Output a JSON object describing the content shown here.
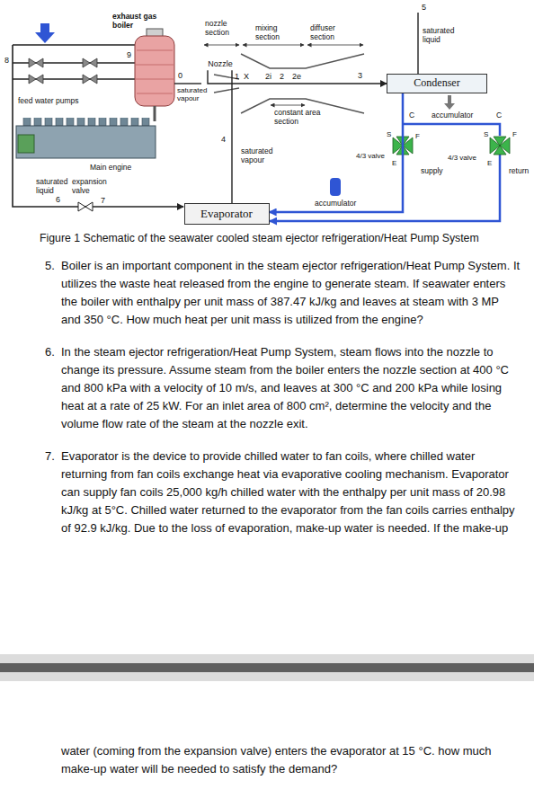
{
  "diagram": {
    "caption": "Figure 1 Schematic of the seawater cooled steam ejector refrigeration/Heat Pump System",
    "nodes": [
      {
        "text": [
          "Nozzle"
        ]
      },
      {
        "text": [
          "Condenser"
        ]
      },
      {
        "text": [
          "Evaporator"
        ]
      }
    ],
    "edges": [
      {
        "from": 0,
        "to": 1,
        "arrow": "to"
      },
      {
        "from": 2,
        "to": 0,
        "arrow": "none"
      },
      {
        "from": 1,
        "to": 2,
        "arrow": "to"
      }
    ],
    "labels": [
      "exhaust gas boiler",
      "nozzle section",
      "mixing section",
      "diffuser section",
      "5",
      "saturated liquid",
      "8",
      "9",
      "0",
      "saturated vapour",
      "1",
      "X",
      "2i",
      "2",
      "2e",
      "3",
      "feed water pumps",
      "constant area section",
      "accumulator",
      "C",
      "C",
      "4",
      "saturated vapour",
      "S",
      "F",
      "S",
      "F",
      "4/3 valve",
      "4/3 valve",
      "E",
      "supply",
      "E",
      "return",
      "Main engine",
      "saturated liquid",
      "expansion valve",
      "6",
      "7",
      "accumulator",
      "5.",
      "Boiler is an important component in the steam ejector refrigeration/Heat Pump System. It utilizes the waste heat released from the engine to generate steam. If seawater enters the boiler with enthalpy per unit mass of 387.47 kJ/kg and leaves at steam with 3 MP and 350 °C. How much heat per unit mass is utilized from the engine?",
      "6.",
      "In the steam ejector refrigeration/Heat Pump System, steam flows into the nozzle to change its pressure. Assume steam from the boiler enters the nozzle section at 400 °C and 800 kPa with a velocity of 10 m/s, and leaves at 300 °C and 200 kPa while losing heat at a rate of 25 kW. For an inlet area of 800 cm², determine the velocity and the volume flow rate of the steam at the nozzle exit.",
      "7.",
      "Evaporator is the device to provide chilled water to fan coils, where chilled water returning from fan coils exchange heat via evaporative cooling mechanism. Evaporator can supply fan coils 25,000 kg/h chilled water with the enthalpy per unit mass of 20.98 kJ/kg at 5°C. Chilled water returned to the evaporator from the fan coils carries enthalpy of 92.9 kJ/kg. Due to the loss of evaporation, make-up water is needed. If the make-up",
      "water (coming from the expansion valve) enters the evaporator at 15 °C. how much make-up water will be needed to satisfy the demand?"
    ]
  }
}
